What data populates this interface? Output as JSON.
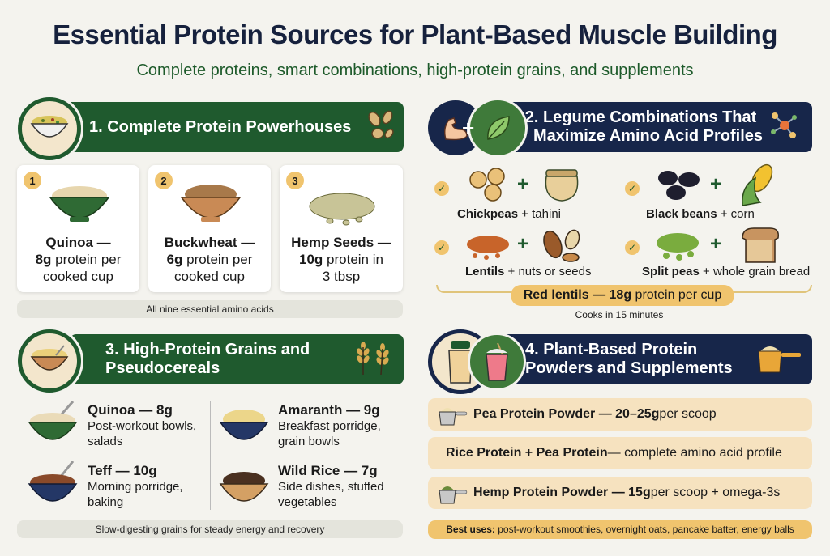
{
  "header": {
    "title": "Essential Protein Sources for Plant-Based Muscle Building",
    "subtitle": "Complete proteins, smart combinations, high-protein grains, and supplements"
  },
  "colors": {
    "background": "#f4f3ee",
    "title": "#16213d",
    "subtitle": "#1d5a2a",
    "green_banner": "#1f5a2e",
    "navy_banner": "#17264a",
    "accent_gold": "#f0c46e",
    "supplement_row": "#f6e2bf"
  },
  "section1": {
    "title": "1. Complete Protein Powerhouses",
    "cards": [
      {
        "number": "1",
        "name": "Quinoa —",
        "amount": "8g",
        "detail1": " protein per",
        "detail2": "cooked cup"
      },
      {
        "number": "2",
        "name": "Buckwheat —",
        "amount": "6g",
        "detail1": " protein per",
        "detail2": "cooked cup"
      },
      {
        "number": "3",
        "name": "Hemp Seeds —",
        "amount": "10g",
        "detail1": " protein in",
        "detail2": "3 tbsp"
      }
    ],
    "footer": "All nine essential amino acids"
  },
  "section2": {
    "title_line1": "2. Legume Combinations That",
    "title_line2": "Maximize Amino Acid Profiles",
    "combos": [
      {
        "legume": "Chickpeas",
        "pair": " + tahini"
      },
      {
        "legume": "Black beans",
        "pair": " + corn"
      },
      {
        "legume": "Lentils",
        "pair": " + nuts or seeds"
      },
      {
        "legume": "Split peas",
        "pair": " + whole grain bread"
      }
    ],
    "highlight_bold": "Red lentils — 18g",
    "highlight_rest": " protein per cup",
    "note": "Cooks in 15 minutes"
  },
  "section3": {
    "title_line1": "3. High-Protein Grains and",
    "title_line2": "Pseudocereals",
    "grains": [
      {
        "name": "Quinoa — 8g",
        "desc1": "Post-workout bowls,",
        "desc2": "salads"
      },
      {
        "name": "Amaranth — 9g",
        "desc1": "Breakfast porridge,",
        "desc2": "grain bowls"
      },
      {
        "name": "Teff — 10g",
        "desc1": "Morning porridge,",
        "desc2": "baking"
      },
      {
        "name": "Wild Rice — 7g",
        "desc1": "Side dishes, stuffed",
        "desc2": "vegetables"
      }
    ],
    "footer": "Slow-digesting grains for steady energy and recovery"
  },
  "section4": {
    "title_line1": "4. Plant-Based Protein",
    "title_line2": "Powders and Supplements",
    "rows": [
      {
        "bold": "Pea Protein Powder — 20–25g",
        "rest": " per scoop"
      },
      {
        "bold": "Rice Protein + Pea Protein",
        "rest": " — complete amino acid profile"
      },
      {
        "bold": "Hemp Protein Powder — 15g",
        "rest": " per scoop + omega-3s"
      }
    ],
    "best_uses_label": "Best uses:",
    "best_uses_text": " post-workout smoothies, overnight oats, pancake batter, energy balls"
  }
}
